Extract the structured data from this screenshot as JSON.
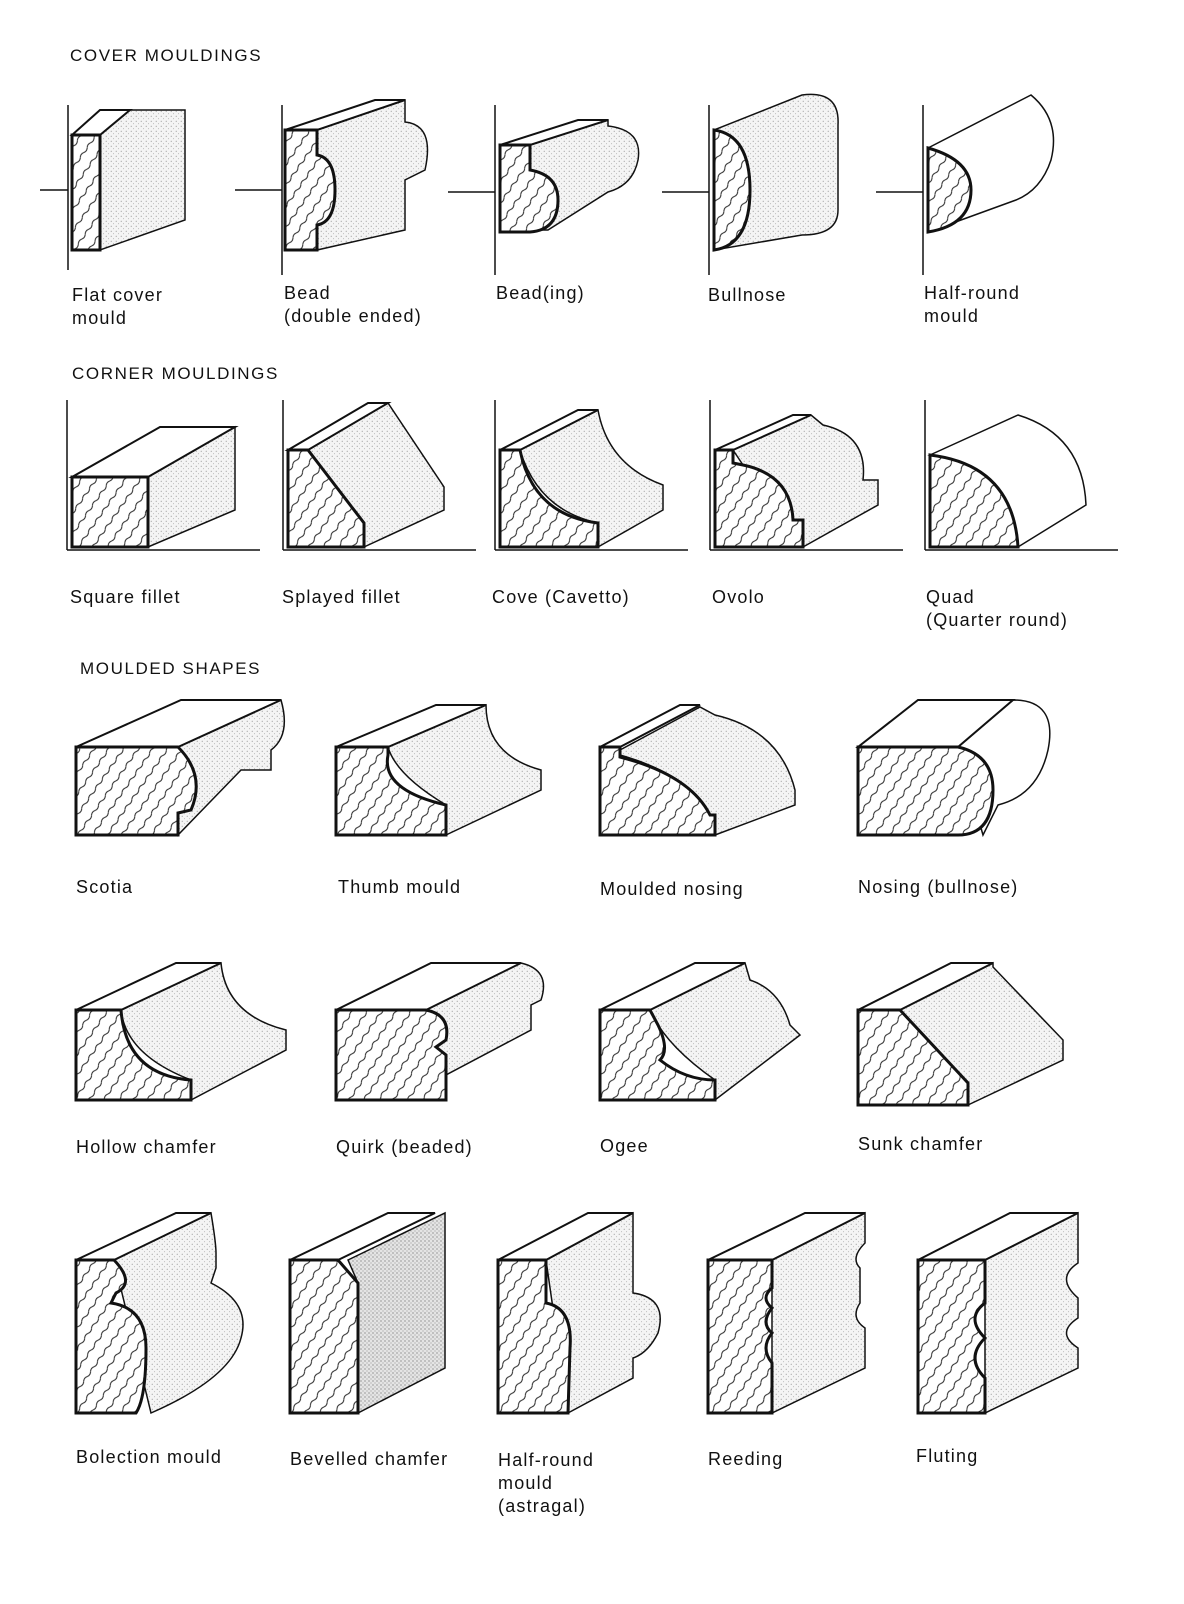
{
  "sections": [
    {
      "heading": "COVER MOULDINGS",
      "items": [
        {
          "lines": [
            "Flat cover",
            "mould"
          ]
        },
        {
          "lines": [
            "Bead",
            "(double ended)"
          ]
        },
        {
          "lines": [
            "Bead(ing)"
          ]
        },
        {
          "lines": [
            "Bullnose"
          ]
        },
        {
          "lines": [
            "Half-round",
            "mould"
          ]
        }
      ]
    },
    {
      "heading": "CORNER MOULDINGS",
      "items": [
        {
          "lines": [
            "Square fillet"
          ]
        },
        {
          "lines": [
            "Splayed fillet"
          ]
        },
        {
          "lines": [
            "Cove (Cavetto)"
          ]
        },
        {
          "lines": [
            "Ovolo"
          ]
        },
        {
          "lines": [
            "Quad",
            "(Quarter round)"
          ]
        }
      ]
    },
    {
      "heading": "MOULDED SHAPES",
      "items": [
        {
          "lines": [
            "Scotia"
          ]
        },
        {
          "lines": [
            "Thumb mould"
          ]
        },
        {
          "lines": [
            "Moulded nosing"
          ]
        },
        {
          "lines": [
            "Nosing (bullnose)"
          ]
        },
        {
          "lines": [
            "Hollow chamfer"
          ]
        },
        {
          "lines": [
            "Quirk (beaded)"
          ]
        },
        {
          "lines": [
            "Ogee"
          ]
        },
        {
          "lines": [
            "Sunk chamfer"
          ]
        },
        {
          "lines": [
            "Bolection mould"
          ]
        },
        {
          "lines": [
            "Bevelled chamfer"
          ]
        },
        {
          "lines": [
            "Half-round",
            "mould",
            "(astragal)"
          ]
        },
        {
          "lines": [
            "Reeding"
          ]
        },
        {
          "lines": [
            "Fluting"
          ]
        }
      ]
    }
  ]
}
